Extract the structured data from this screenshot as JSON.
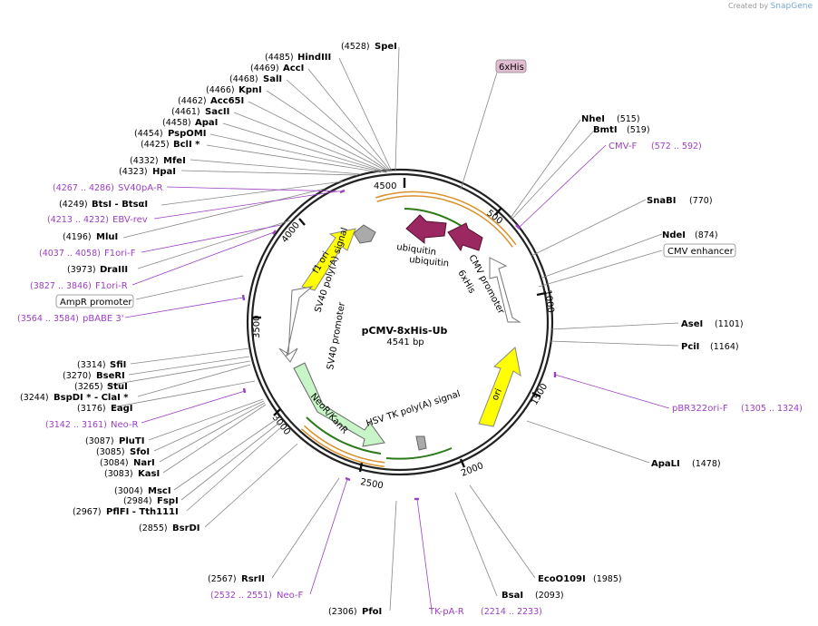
{
  "credit": {
    "prefix": "Created by",
    "app": "SnapGene"
  },
  "plasmid": {
    "name": "pCMV-8xHis-Ub",
    "size_label": "4541 bp",
    "length": 4541
  },
  "ticks": [
    "500",
    "1000",
    "1500",
    "2000",
    "2500",
    "3000",
    "3500",
    "4000",
    "4500"
  ],
  "enzymes": [
    {
      "name": "SpeI",
      "pos": "(4528)"
    },
    {
      "name": "HindIII",
      "pos": "(4485)"
    },
    {
      "name": "AccI",
      "pos": "(4469)"
    },
    {
      "name": "SalI",
      "pos": "(4468)"
    },
    {
      "name": "KpnI",
      "pos": "(4466)"
    },
    {
      "name": "Acc65I",
      "pos": "(4462)"
    },
    {
      "name": "SacII",
      "pos": "(4461)"
    },
    {
      "name": "ApaI",
      "pos": "(4458)"
    },
    {
      "name": "PspOMI",
      "pos": "(4454)"
    },
    {
      "name": "BclI *",
      "pos": "(4425)"
    },
    {
      "name": "MfeI",
      "pos": "(4332)"
    },
    {
      "name": "HpaI",
      "pos": "(4323)"
    },
    {
      "name": "BtsI   - BtsαI",
      "pos": "(4249)"
    },
    {
      "name": "MluI",
      "pos": "(4196)"
    },
    {
      "name": "DraIII",
      "pos": "(3973)"
    },
    {
      "name": "SfiI",
      "pos": "(3314)"
    },
    {
      "name": "BseRI",
      "pos": "(3270)"
    },
    {
      "name": "StuI",
      "pos": "(3265)"
    },
    {
      "name": "BspDI *  - ClaI *",
      "pos": "(3244)"
    },
    {
      "name": "EagI",
      "pos": "(3176)"
    },
    {
      "name": "PluTI",
      "pos": "(3087)"
    },
    {
      "name": "SfoI",
      "pos": "(3085)"
    },
    {
      "name": "NarI",
      "pos": "(3084)"
    },
    {
      "name": "KasI",
      "pos": "(3083)"
    },
    {
      "name": "MscI",
      "pos": "(3004)"
    },
    {
      "name": "FspI",
      "pos": "(2984)"
    },
    {
      "name": "PflFI   - Tth111I",
      "pos": "(2967)"
    },
    {
      "name": "BsrDI",
      "pos": "(2855)"
    },
    {
      "name": "RsrII",
      "pos": "(2567)"
    },
    {
      "name": "PfoI",
      "pos": "(2306)"
    },
    {
      "name": "BsaI",
      "pos": "(2093)"
    },
    {
      "name": "EcoO109I",
      "pos": "(1985)"
    },
    {
      "name": "ApaLI",
      "pos": "(1478)"
    },
    {
      "name": "PciI",
      "pos": "(1164)"
    },
    {
      "name": "AseI",
      "pos": "(1101)"
    },
    {
      "name": "NdeI",
      "pos": "(874)"
    },
    {
      "name": "SnaBI",
      "pos": "(770)"
    },
    {
      "name": "NheI",
      "pos": "(515)"
    },
    {
      "name": "BmtI",
      "pos": "(519)"
    }
  ],
  "primers": [
    {
      "name": "SV40pA-R",
      "pos": "(4267 .. 4286)"
    },
    {
      "name": "EBV-rev",
      "pos": "(4213 .. 4232)"
    },
    {
      "name": "F1ori-F",
      "pos": "(4037 .. 4058)"
    },
    {
      "name": "F1ori-R",
      "pos": "(3827 .. 3846)"
    },
    {
      "name": "pBABE 3'",
      "pos": "(3564 .. 3584)"
    },
    {
      "name": "Neo-R",
      "pos": "(3142 .. 3161)"
    },
    {
      "name": "Neo-F",
      "pos": "(2532 .. 2551)"
    },
    {
      "name": "TK-pA-R",
      "pos": "(2214 .. 2233)"
    },
    {
      "name": "pBR322ori-F",
      "pos": "(1305 .. 1324)"
    },
    {
      "name": "CMV-F",
      "pos": "(572 .. 592)"
    }
  ],
  "boxed_labels": [
    "6xHis",
    "CMV enhancer",
    "AmpR promoter"
  ],
  "features": [
    "ubiquitin",
    "ubiquitin",
    "6xHis",
    "CMV promoter",
    "f1 ori",
    "SV40 poly(A) signal",
    "SV40 promoter",
    "NeoR/KanR",
    "HSV TK poly(A) signal",
    "ori"
  ],
  "colors": {
    "primer": "#9c3fc3",
    "ori": "#ffff00",
    "f1ori": "#ffff00",
    "neo": "#c8f5c8",
    "ubiquitin": "#9b2860",
    "backbone": "#222222",
    "orf_outline": "#d9922b",
    "his_box": "#e2bcd0"
  }
}
